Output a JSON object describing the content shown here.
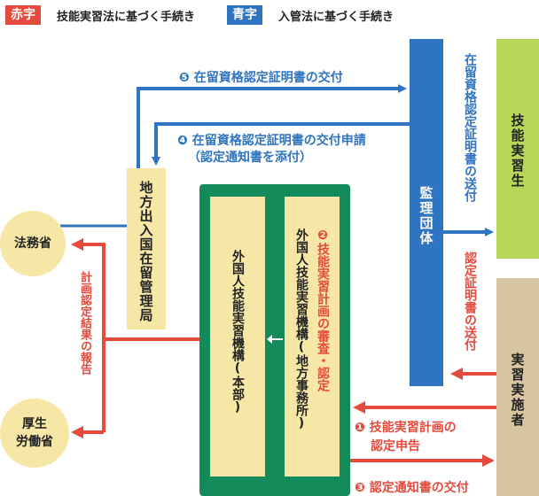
{
  "legend": {
    "red_chip": "赤字",
    "red_text": "技能実習法に基づく手続き",
    "blue_chip": "青字",
    "blue_text": "入管法に基づく手続き"
  },
  "nodes": {
    "immigration_bureau": "地方出入国在留管理局",
    "supervising_org": "監理団体",
    "trainee": "技能実習生",
    "implementer": "実習実施者",
    "ministry_justice": "法務省",
    "ministry_health_line1": "厚生",
    "ministry_health_line2": "労働省",
    "otit_head": "外国人技能実習機構(本部)",
    "otit_local": "外国人技能実習機構(地方事務所)"
  },
  "steps": {
    "step1_line1": "❶ 技能実習計画の",
    "step1_line2": "認定申告",
    "step2": "❷技能実習計画の審査・認定",
    "step3": "❸ 認定通知書の交付",
    "step4_line1": "❹ 在留資格認定証明書の交付申請",
    "step4_line2": "（認定通知書を添付）",
    "step5": "❺ 在留資格認定証明書の交付"
  },
  "labels": {
    "report": "計画認定結果の報告",
    "send_to_trainee": "在留資格認定証明書の送付",
    "send_to_implementer": "認定証明書の送付"
  },
  "colors": {
    "red": "#e64a3c",
    "blue": "#2f74c0",
    "green": "#128a5a",
    "light_yellow": "#f7e7a6",
    "lime": "#b7d65a",
    "tan": "#d8c6a3"
  }
}
